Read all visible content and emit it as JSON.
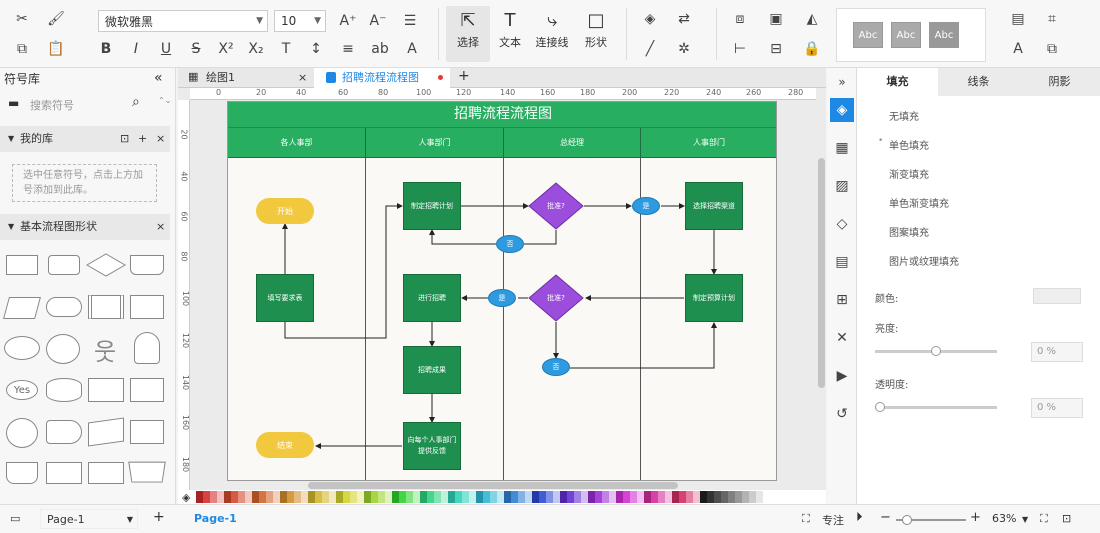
{
  "toolbar": {
    "font_family": "微软雅黑",
    "font_size": "10",
    "tools": [
      {
        "label": "选择",
        "icon": "pointer-icon"
      },
      {
        "label": "文本",
        "icon": "text-icon"
      },
      {
        "label": "连接线",
        "icon": "connector-icon"
      },
      {
        "label": "形状",
        "icon": "shape-icon"
      }
    ],
    "style_swatches": [
      "Abc",
      "Abc",
      "Abc"
    ]
  },
  "left_panel": {
    "title": "符号库",
    "search_placeholder": "搜索符号",
    "my_library": "我的库",
    "my_library_hint": "选中任意符号，点击上方加号添加到此库。",
    "basic_flow": "基本流程图形状",
    "yes_shape": "Yes"
  },
  "tabs": [
    {
      "label": "绘图1"
    },
    {
      "label": "招聘流程流程图"
    }
  ],
  "ruler": {
    "h": [
      "0",
      "20",
      "40",
      "60",
      "80",
      "100",
      "120",
      "140",
      "160",
      "180",
      "200",
      "220",
      "240",
      "260",
      "280"
    ],
    "v": [
      "20",
      "40",
      "60",
      "80",
      "100",
      "120",
      "140",
      "160",
      "180"
    ]
  },
  "diagram": {
    "title": "招聘流程流程图",
    "lanes": [
      "各人事部",
      "人事部门",
      "总经理",
      "人事部门"
    ],
    "nodes": {
      "start": "开始",
      "fill_form": "填写要求表",
      "end": "结束",
      "plan": "制定招聘计划",
      "recruit": "进行招聘",
      "result": "招聘成果",
      "feedback": "向每个人事部门提供反馈",
      "approve1": "批准?",
      "approve2": "批准?",
      "yes1": "是",
      "no1": "否",
      "yes2": "是",
      "no2": "否",
      "channel": "选择招聘渠道",
      "budget": "制定预算计划"
    }
  },
  "right_panel": {
    "tabs": [
      "填充",
      "线条",
      "阴影"
    ],
    "options": [
      "无填充",
      "单色填充",
      "渐变填充",
      "单色渐变填充",
      "图案填充",
      "图片或纹理填充"
    ],
    "color_label": "颜色:",
    "brightness_label": "亮度:",
    "brightness_value": "0 %",
    "transparency_label": "透明度:",
    "transparency_value": "0 %"
  },
  "status": {
    "page_select": "Page-1",
    "page_tab": "Page-1",
    "focus": "专注",
    "zoom": "63%"
  },
  "colors": {
    "accent": "#1e88e5",
    "lane_green": "#27ae60",
    "box_green": "#1f8f50",
    "diamond_purple": "#9b4ddb",
    "oval_blue": "#2e9be0",
    "pill_yellow": "#f2c83f"
  }
}
